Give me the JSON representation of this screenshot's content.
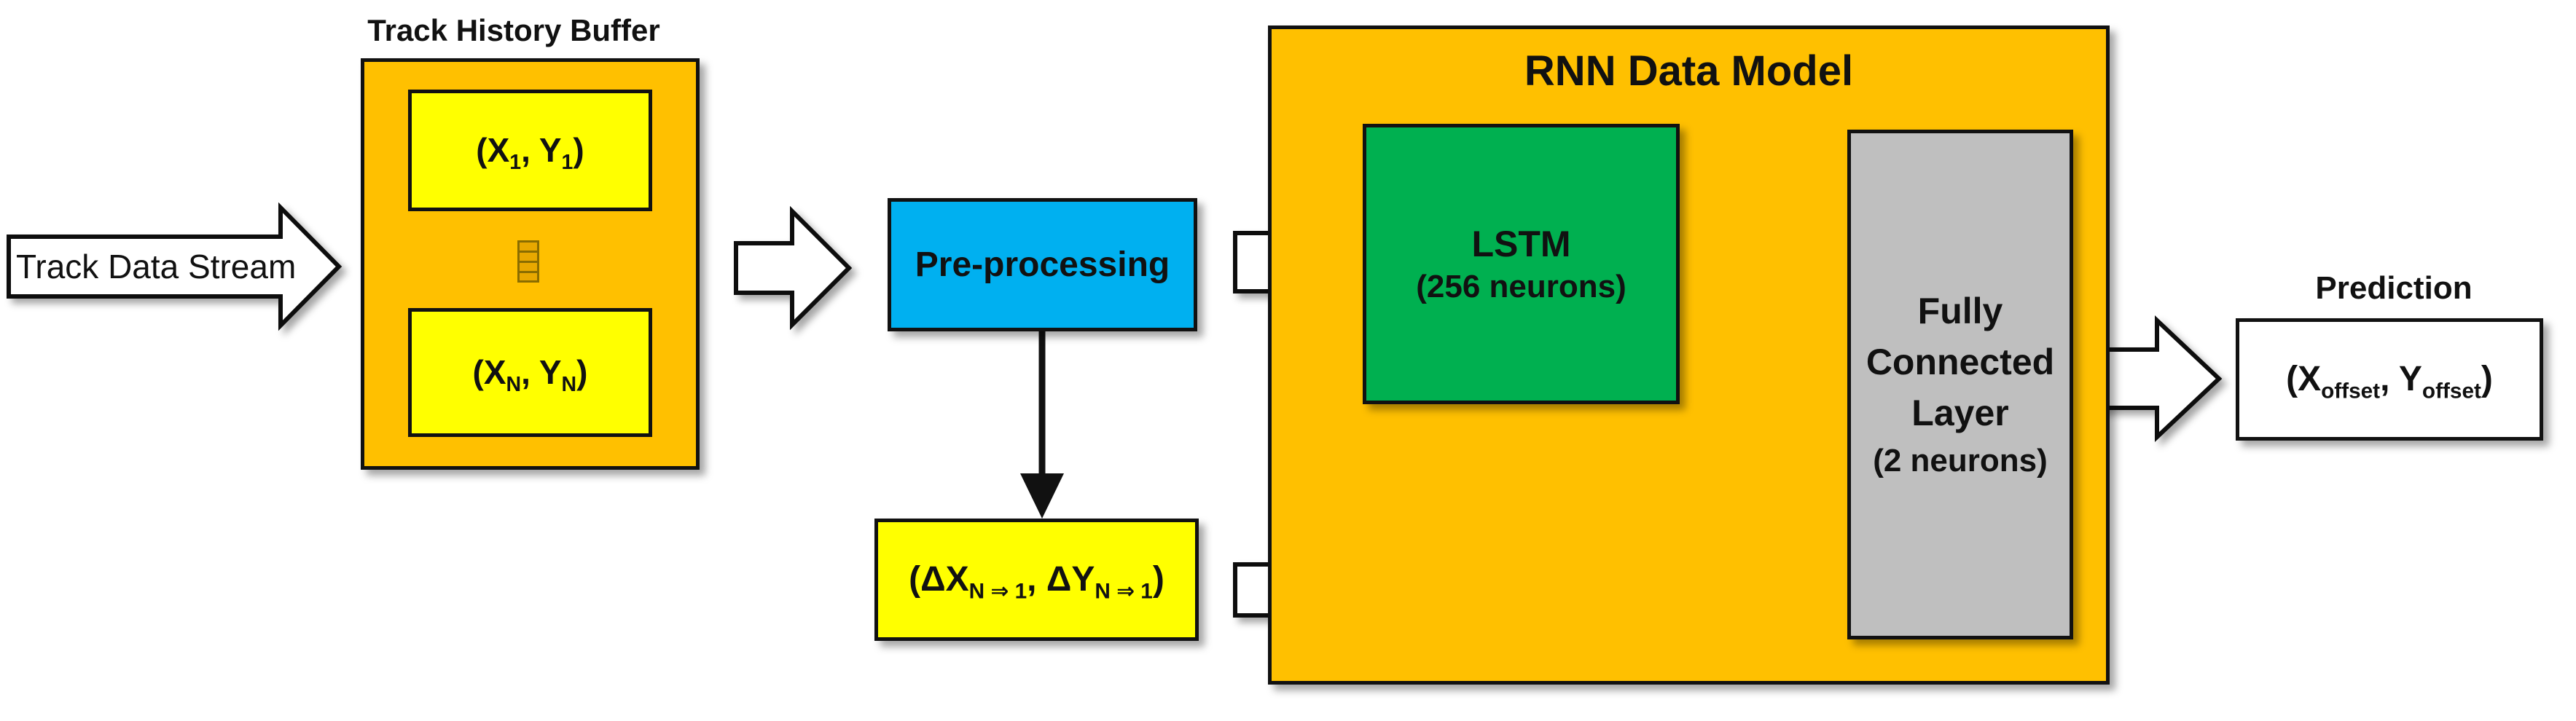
{
  "input": {
    "label": "Track Data Stream"
  },
  "buffer": {
    "title": "Track History Buffer",
    "first": {
      "open": "(X",
      "sub1": "1",
      "mid": ", Y",
      "sub2": "1",
      "close": ")"
    },
    "last": {
      "open": "(X",
      "sub1": "N",
      "mid": ", Y",
      "sub2": "N",
      "close": ")"
    }
  },
  "preprocessing": {
    "label": "Pre-processing"
  },
  "delta": {
    "open": "(ΔX",
    "sub1": "N ⇒ 1",
    "mid": ", ΔY",
    "sub2": "N ⇒ 1",
    "close": ")"
  },
  "model": {
    "title": "RNN Data Model",
    "lstm": {
      "name": "LSTM",
      "neurons": "(256 neurons)"
    },
    "fc": {
      "line1": "Fully",
      "line2": "Connected",
      "line3": "Layer",
      "neurons": "(2 neurons)"
    }
  },
  "output": {
    "title": "Prediction",
    "open": "(X",
    "sub1": "offset",
    "mid": ", Y",
    "sub2": "offset",
    "close": ")"
  },
  "colors": {
    "orange": "#ffc000",
    "yellow": "#ffff00",
    "blue": "#00b0f0",
    "green": "#00b050",
    "grey": "#bfbfbf",
    "white": "#ffffff",
    "stroke": "#111111"
  }
}
